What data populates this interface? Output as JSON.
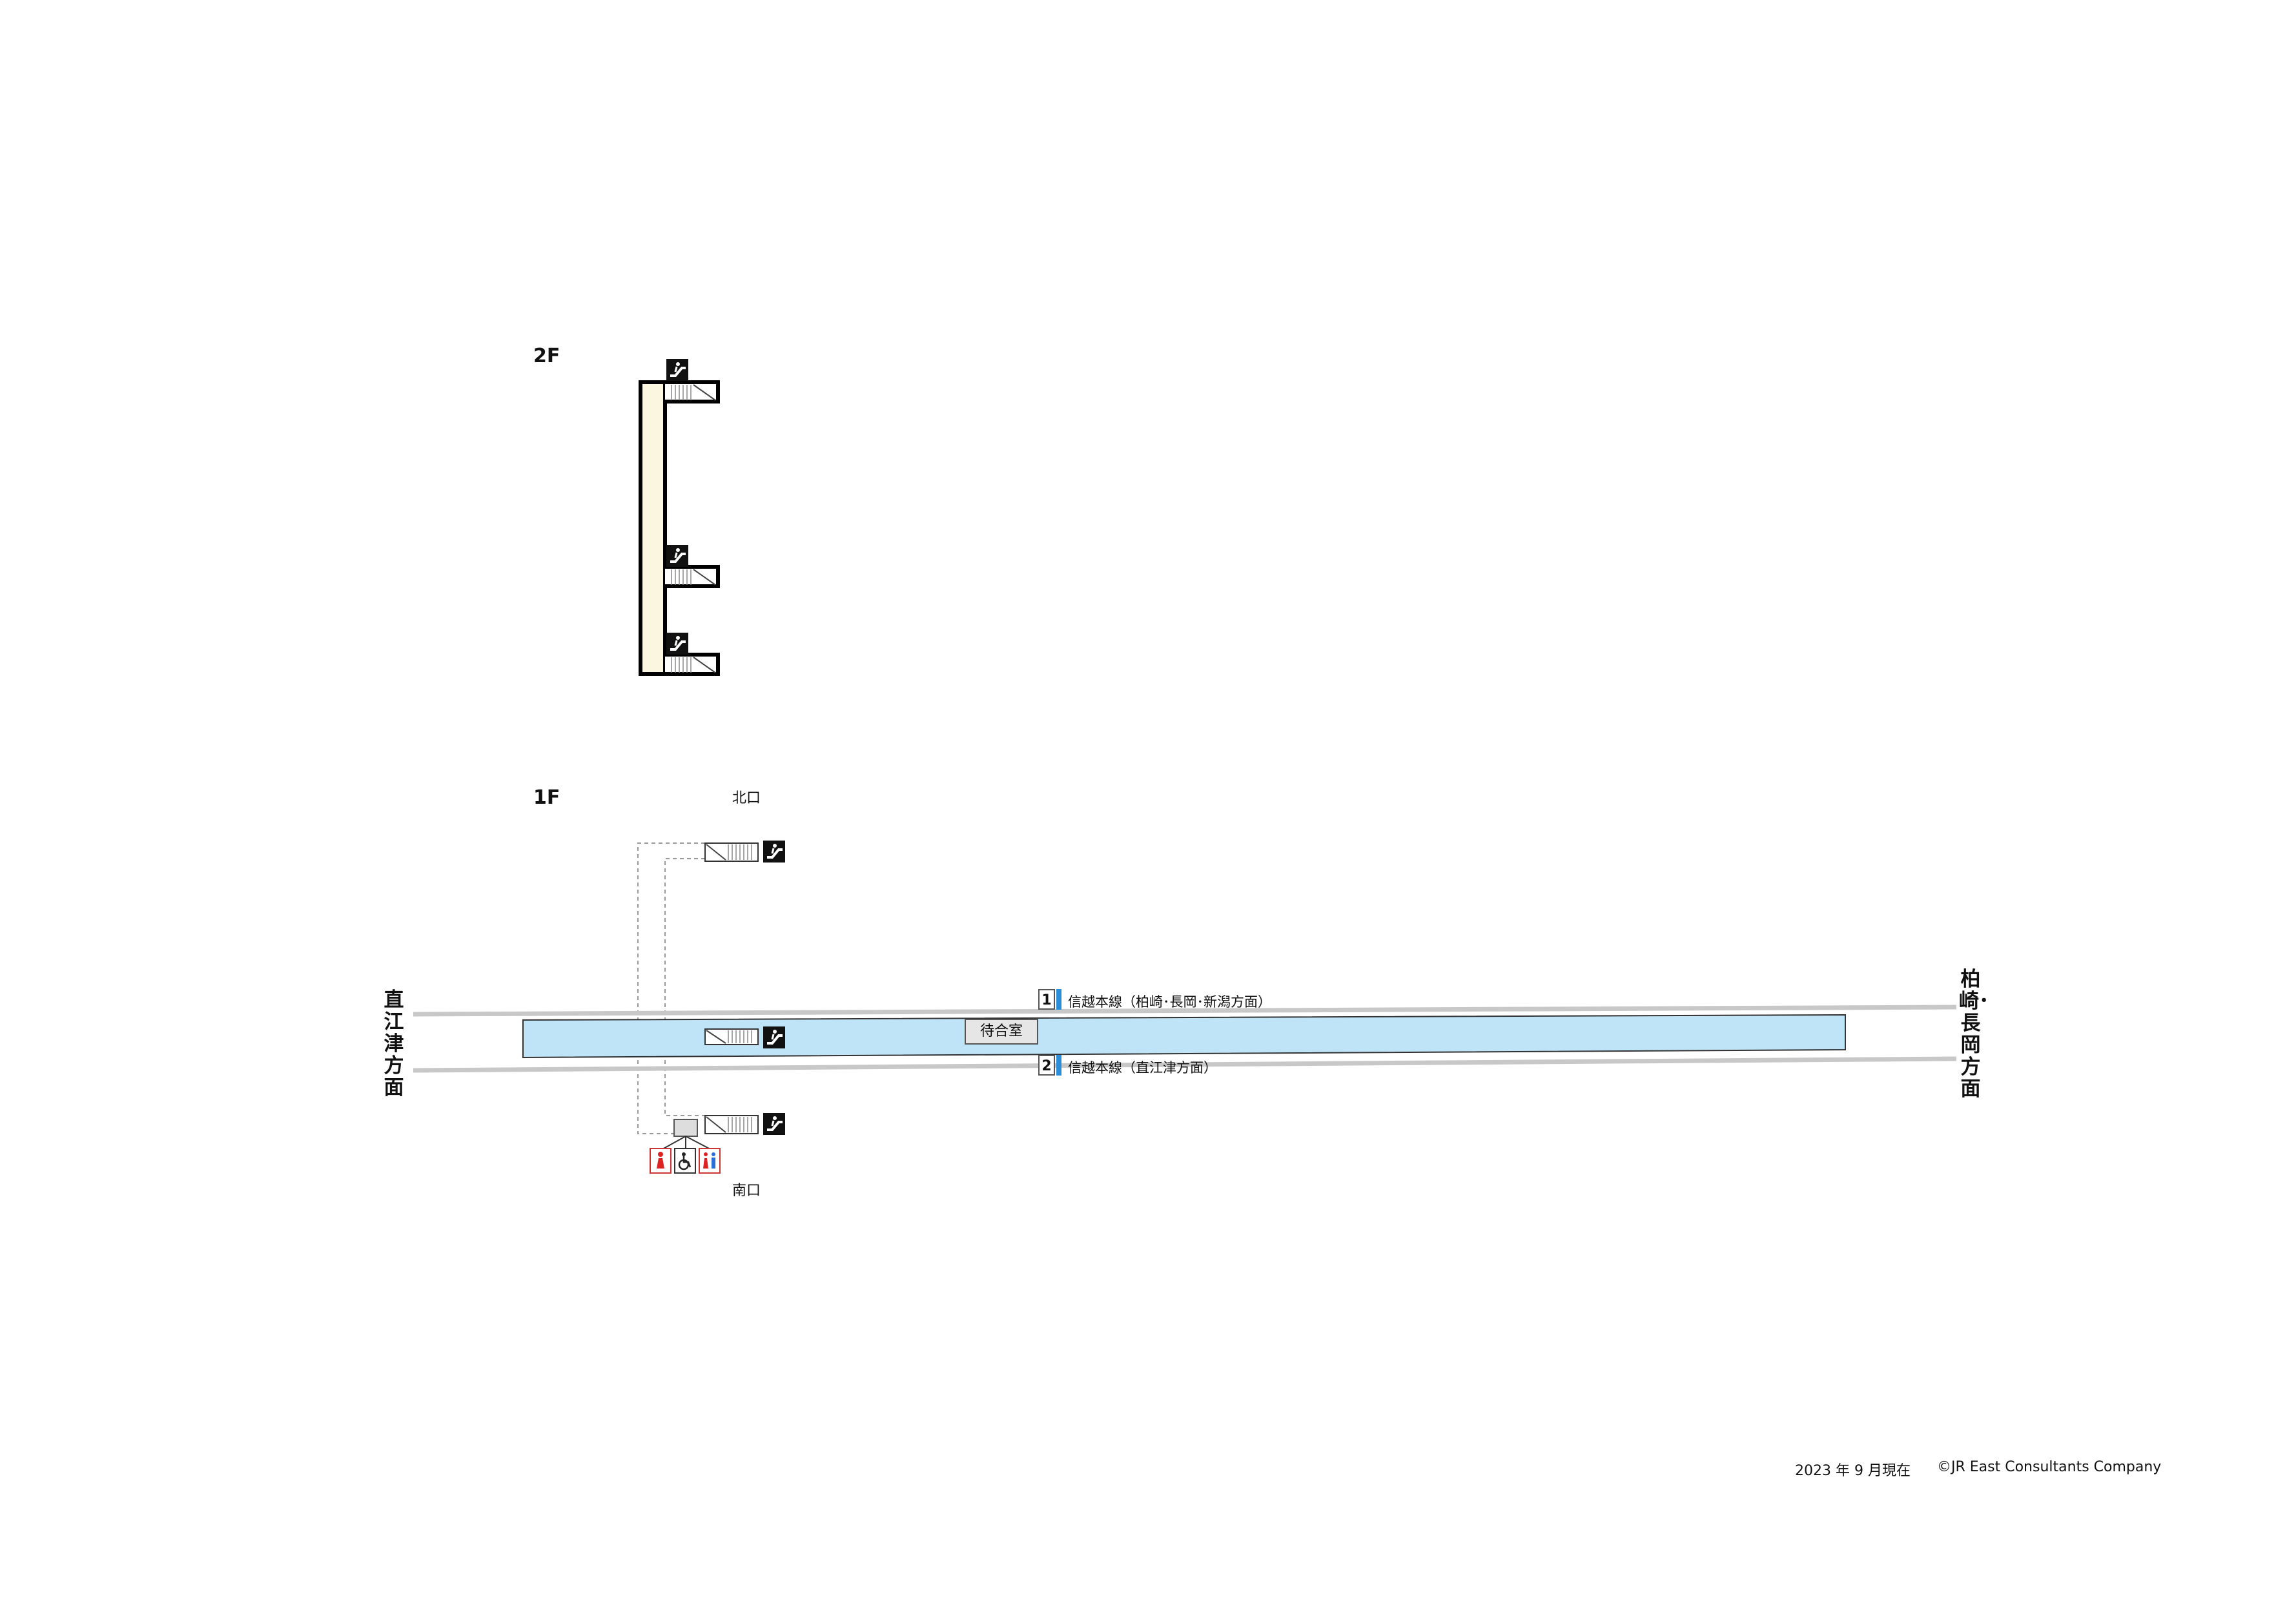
{
  "floors": {
    "upper": "2F",
    "lower": "1F"
  },
  "exits": {
    "north": "北口",
    "south": "南口"
  },
  "directions": {
    "left": "直江津方面",
    "right": "柏崎･長岡方面"
  },
  "tracks": [
    {
      "number": "1",
      "label": "信越本線（柏崎･長岡･新潟方面）"
    },
    {
      "number": "2",
      "label": "信越本線（直江津方面）"
    }
  ],
  "facilities": {
    "waiting_room": "待合室"
  },
  "icons": {
    "escalator": "escalator-icon",
    "womens_toilet": "womens-toilet-icon",
    "accessible_toilet": "accessible-toilet-icon",
    "mens_toilet": "mens-toilet-icon"
  },
  "colors": {
    "platform_fill": "#bfe3f7",
    "concourse_fill": "#fbf6df",
    "track_line": "#c8c8c8",
    "track_accent": "#2a8fd8"
  },
  "footer": {
    "date": "2023 年 9 月現在",
    "copyright": "©JR East Consultants Company"
  }
}
